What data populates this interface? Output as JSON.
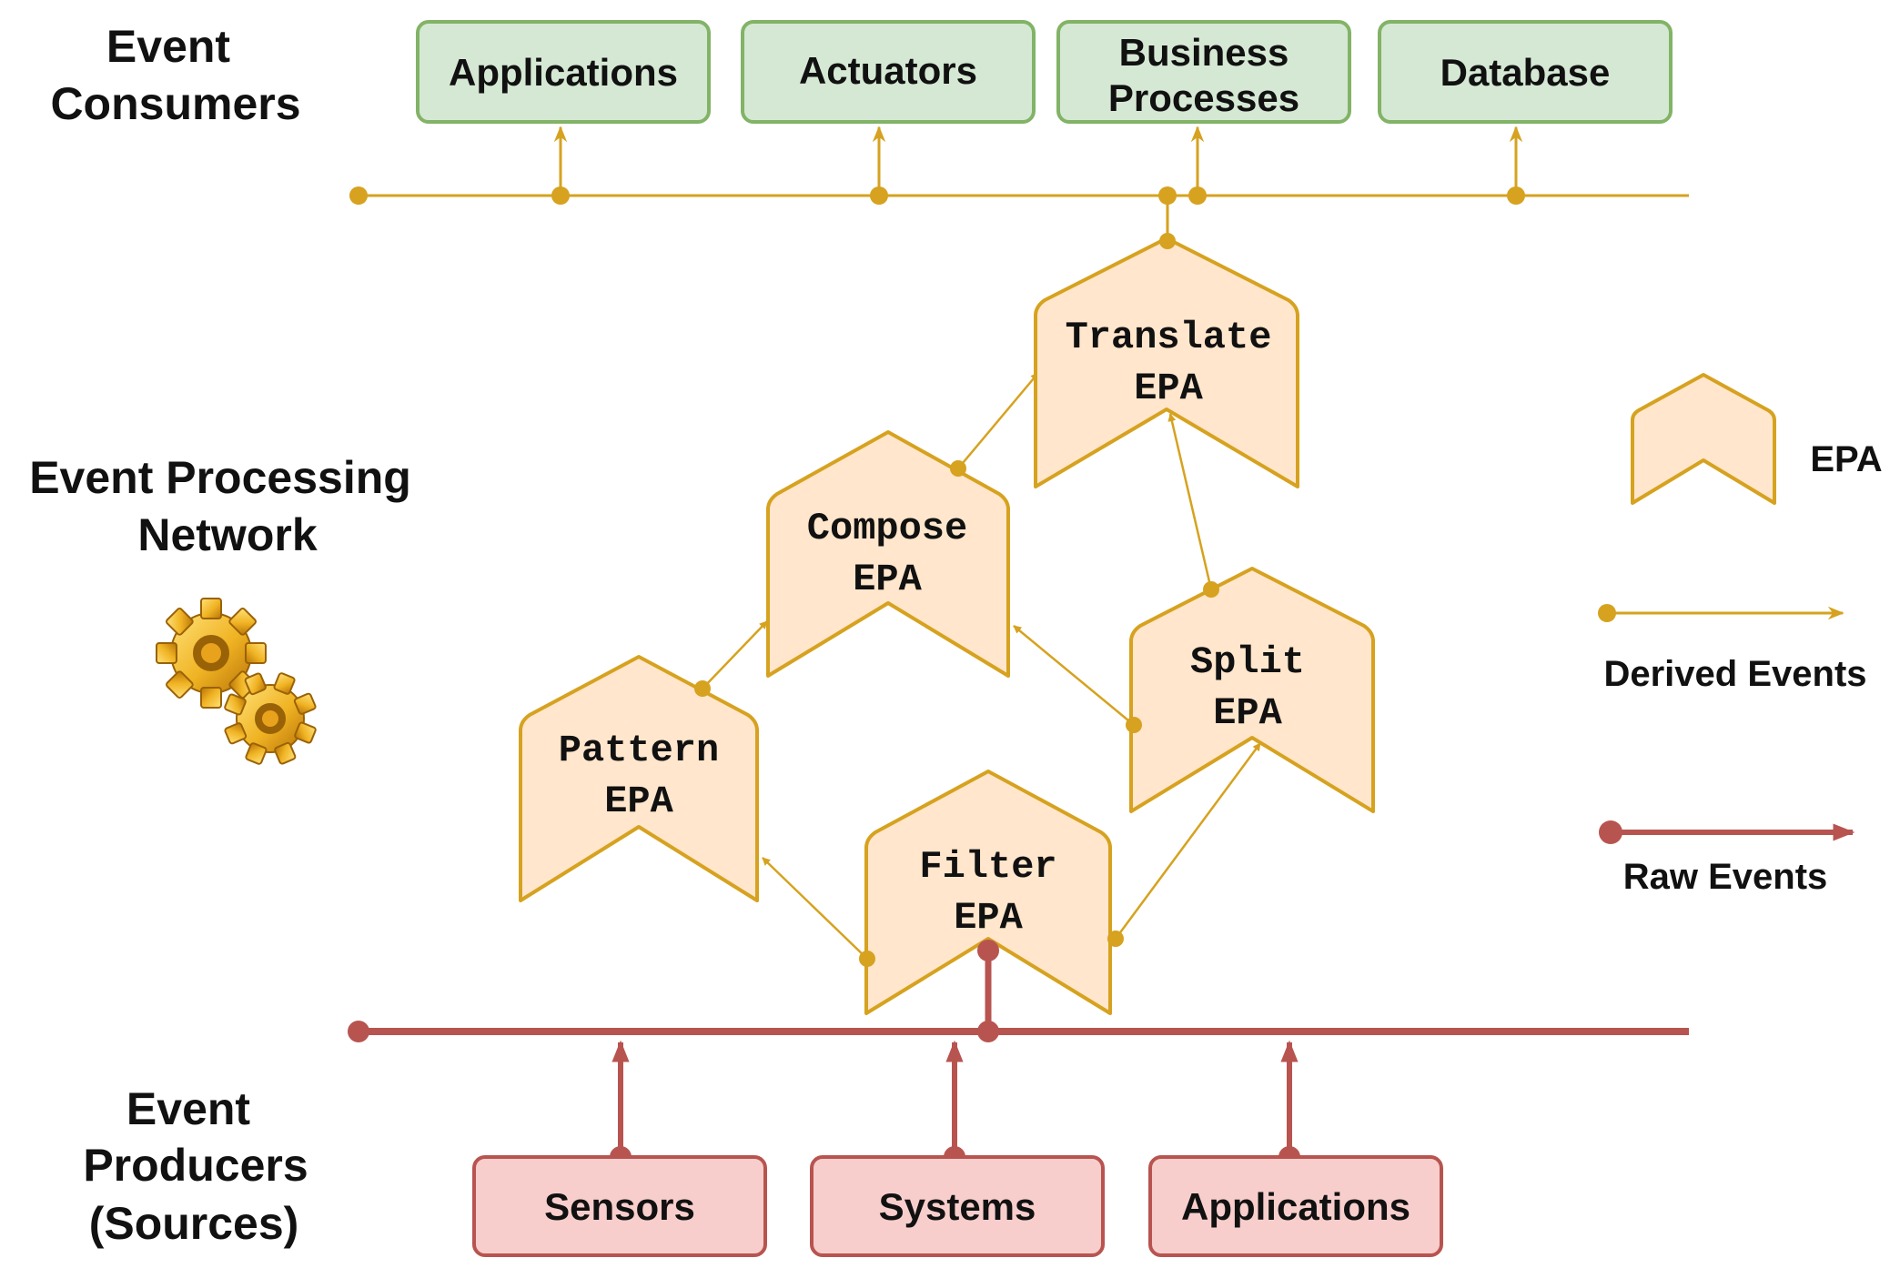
{
  "sections": {
    "consumers": [
      "Event",
      "Consumers"
    ],
    "network": [
      "Event Processing",
      "Network"
    ],
    "producers": [
      "Event",
      "Producers",
      "(Sources)"
    ]
  },
  "consumers": {
    "applications": [
      "Applications"
    ],
    "actuators": [
      "Actuators"
    ],
    "business_processes": [
      "Business",
      "Processes"
    ],
    "database": [
      "Database"
    ]
  },
  "producers": {
    "sensors": [
      "Sensors"
    ],
    "systems": [
      "Systems"
    ],
    "applications": [
      "Applications"
    ]
  },
  "epas": {
    "translate": [
      "Translate",
      "EPA"
    ],
    "compose": [
      "Compose",
      "EPA"
    ],
    "pattern": [
      "Pattern",
      "EPA"
    ],
    "split": [
      "Split",
      "EPA"
    ],
    "filter": [
      "Filter",
      "EPA"
    ]
  },
  "legend": {
    "epa": "EPA",
    "derived": "Derived Events",
    "raw": "Raw Events"
  },
  "icons": {
    "network": "gears-icon"
  },
  "colors": {
    "consumer_fill": "#d5e8d4",
    "consumer_stroke": "#82b366",
    "producer_fill": "#f8cecc",
    "producer_stroke": "#b85450",
    "epa_fill": "#ffe6cc",
    "epa_stroke": "#d6a21f",
    "derived": "#d6a21f",
    "raw": "#b85450"
  }
}
